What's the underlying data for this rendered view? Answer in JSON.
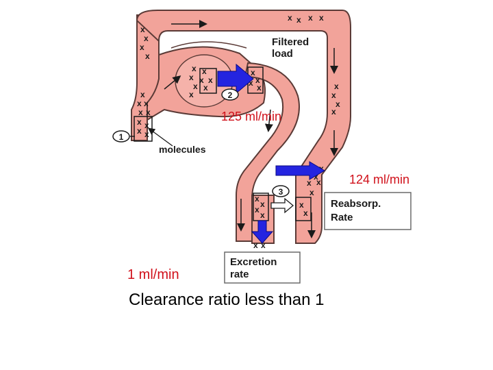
{
  "labels": {
    "filtered_load": [
      "Filtered",
      "load"
    ],
    "molecules": "molecules",
    "reabsorp_rate": [
      "Reabsorp.",
      "Rate"
    ],
    "excretion_rate": [
      "Excretion",
      "rate"
    ],
    "markers": [
      "1",
      "2",
      "3"
    ]
  },
  "rates": {
    "filtered": "125 ml/min",
    "reabsorbed": "124 ml/min",
    "excreted": "1 ml/min"
  },
  "caption": "Clearance ratio less than 1",
  "colors": {
    "tubule_fill": "#f2a39a",
    "tubule_outline": "#5a3a36",
    "arrow_blue": "#2424e0",
    "rate_red": "#d0101a"
  }
}
